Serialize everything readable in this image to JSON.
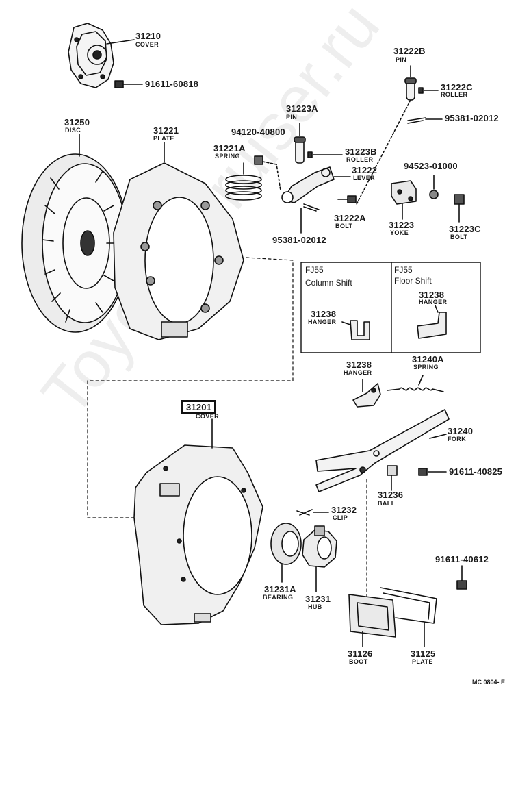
{
  "watermark": "Toyota-Cruiser.ru",
  "parts": {
    "p31210": {
      "num": "31210",
      "name": "COVER"
    },
    "p91611_60818": {
      "num": "91611-60818"
    },
    "p31222B": {
      "num": "31222B",
      "name": "PIN"
    },
    "p31222C": {
      "num": "31222C",
      "name": "ROLLER"
    },
    "p95381_a": {
      "num": "95381-02012"
    },
    "p31223A": {
      "num": "31223A",
      "name": "PIN"
    },
    "p31250": {
      "num": "31250",
      "name": "DISC"
    },
    "p31221": {
      "num": "31221",
      "name": "PLATE"
    },
    "p94120": {
      "num": "94120-40800"
    },
    "p31221A": {
      "num": "31221A",
      "name": "SPRING"
    },
    "p31223B": {
      "num": "31223B",
      "name": "ROLLER"
    },
    "p31222": {
      "num": "31222",
      "name": "LEVER"
    },
    "p94523": {
      "num": "94523-01000"
    },
    "p31222A": {
      "num": "31222A",
      "name": "BOLT"
    },
    "p31223": {
      "num": "31223",
      "name": "YOKE"
    },
    "p31223C": {
      "num": "31223C",
      "name": "BOLT"
    },
    "p95381_b": {
      "num": "95381-02012"
    },
    "p31238_col": {
      "num": "31238",
      "name": "HANGER"
    },
    "p31238_floor": {
      "num": "31238",
      "name": "HANGER"
    },
    "p31238": {
      "num": "31238",
      "name": "HANGER"
    },
    "p31240A": {
      "num": "31240A",
      "name": "SPRING"
    },
    "p31201": {
      "num": "31201",
      "name": "COVER"
    },
    "p31240": {
      "num": "31240",
      "name": "FORK"
    },
    "p91611_40825": {
      "num": "91611-40825"
    },
    "p31236": {
      "num": "31236",
      "name": "BALL"
    },
    "p31232": {
      "num": "31232",
      "name": "CLIP"
    },
    "p91611_40612": {
      "num": "91611-40612"
    },
    "p31231A": {
      "num": "31231A",
      "name": "BEARING"
    },
    "p31231": {
      "num": "31231",
      "name": "HUB"
    },
    "p31126": {
      "num": "31126",
      "name": "BOOT"
    },
    "p31125": {
      "num": "31125",
      "name": "PLATE"
    }
  },
  "variants": {
    "left_model": "FJ55",
    "left_type": "Column Shift",
    "right_model": "FJ55",
    "right_type": "Floor Shift"
  },
  "footer": "MC 0804- E"
}
